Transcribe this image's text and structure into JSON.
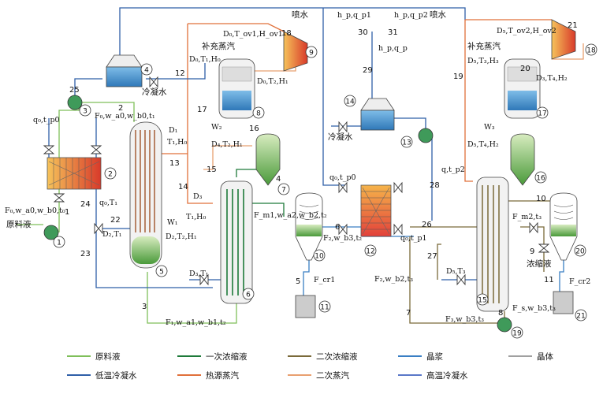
{
  "colors": {
    "feed": "#7fbf5a",
    "primary_conc": "#1e7a3a",
    "secondary_conc": "#7a6a3a",
    "magma": "#3a7fc4",
    "crystal": "#a0a0a0",
    "low_temp_water": "#2f5fa8",
    "heat_steam": "#e0703a",
    "secondary_steam": "#e8a070",
    "high_temp_water": "#5a78c8"
  },
  "labels": {
    "feed_liquid": "原料液",
    "cooling_water_left": "冷凝水",
    "cooling_water_mid": "冷凝水",
    "spray_water_left": "喷水",
    "spray_water_right": "喷水",
    "makeup_steam_left": "补充蒸汽",
    "makeup_steam_right": "补充蒸汽",
    "concentrate": "浓缩液"
  },
  "vars": {
    "feed_in": "F₀,w_a0,w_b0,t₀",
    "q0_tp0_left": "q₀,t_p0",
    "q0_T1": "q₀,T₁",
    "F0_top": "F₀,w_a0,w_b0,t₁",
    "D1_T1_H0": "D₁",
    "T1_H0_side": "T₁,H₀",
    "D2_T1": "D₂,T₁",
    "W1": "W₁",
    "D2_T2_H1": "D₂,T₂,H₁",
    "D3_T1": "D₃,T₁",
    "D3": "D₃",
    "T1_H0_mid": "T₁,H₀",
    "F1_bottom": "F₁,w_a1,w_b1,t₂",
    "D0_Tov1_Hov1": "D₀,T_ov1,H_ov1",
    "D0_T1_H0": "D₀,T₁,H₀",
    "D0_T2_H1": "D₀,T₂,H₁",
    "W2": "W₂",
    "D4_T2_H1": "D₄,T₂,H₁",
    "Fm1": "F_m1,w_a2,w_b2,t₂",
    "q0_tp0_mid": "q₀,t_p0",
    "F2_wb3": "F₂,w_b3,t₂",
    "Fcr1": "F_cr1",
    "hp_qp1": "h_p,q_p1",
    "hp_qp2": "h_p,q_p2",
    "hp_qp": "h_p,q_p",
    "q0_tp1": "q₀,t_p1",
    "q_tp2": "q,t_p2",
    "F2_wb2_t3": "F₂,w_b2,t₃",
    "D5_T3": "D₅,T₃",
    "F3_wb3_t3": "F₃,w_b3,t₃",
    "D5_Tov2_Hov2": "D₅,T_ov2,H_ov2",
    "D5_T3_H3": "D₅,T₃,H₃",
    "D3_T4_H2": "D₃,T₄,H₂",
    "W3": "W₃",
    "D5_T4_H2": "D₅,T₄,H₂",
    "Fm2_t3": "F_m2,t₃",
    "Fcr2": "F_cr2",
    "Fs_wb3_t3": "F_s,w_b3,t₃"
  },
  "units": [
    "1",
    "2",
    "3",
    "4",
    "5",
    "6",
    "7",
    "8",
    "9",
    "10",
    "11",
    "12",
    "13",
    "14",
    "15",
    "16",
    "17",
    "18",
    "19",
    "20",
    "21"
  ],
  "streams": [
    "1",
    "2",
    "3",
    "4",
    "5",
    "6",
    "7",
    "8",
    "9",
    "10",
    "11",
    "12",
    "13",
    "14",
    "15",
    "16",
    "17",
    "18",
    "19",
    "20",
    "21",
    "22",
    "23",
    "24",
    "25",
    "26",
    "27",
    "28",
    "29",
    "30",
    "31"
  ],
  "legend": [
    {
      "label": "原料液",
      "color": "#7fbf5a"
    },
    {
      "label": "一次浓缩液",
      "color": "#1e7a3a"
    },
    {
      "label": "二次浓缩液",
      "color": "#7a6a3a"
    },
    {
      "label": "晶浆",
      "color": "#3a7fc4"
    },
    {
      "label": "晶体",
      "color": "#a0a0a0"
    },
    {
      "label": "低温冷凝水",
      "color": "#2f5fa8"
    },
    {
      "label": "热源蒸汽",
      "color": "#e0703a"
    },
    {
      "label": "二次蒸汽",
      "color": "#e8a070"
    },
    {
      "label": "高温冷凝水",
      "color": "#5a78c8"
    }
  ]
}
